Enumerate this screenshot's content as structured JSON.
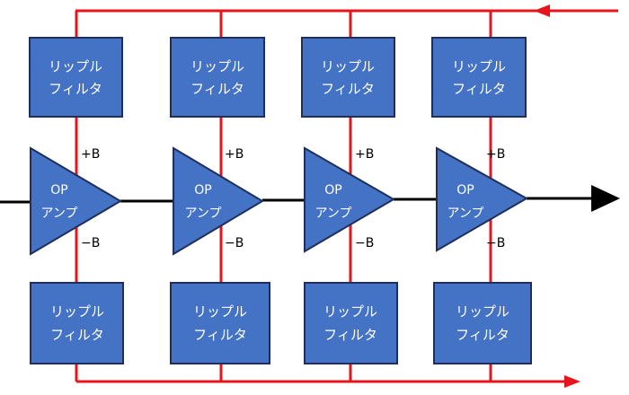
{
  "colors": {
    "block_fill": "#4472C4",
    "block_stroke": "#1F2F5A",
    "rail": "#E8141B",
    "signal": "#000000",
    "text": "#FFFFFF"
  },
  "filter_label": {
    "line1": "リップル",
    "line2": "フィルタ"
  },
  "amp_label": {
    "line1": "OP",
    "line2": "アンプ"
  },
  "rail_labels": {
    "positive": "+B",
    "negative": "−B"
  },
  "stages": [
    {
      "id": 1
    },
    {
      "id": 2
    },
    {
      "id": 3
    },
    {
      "id": 4
    }
  ]
}
